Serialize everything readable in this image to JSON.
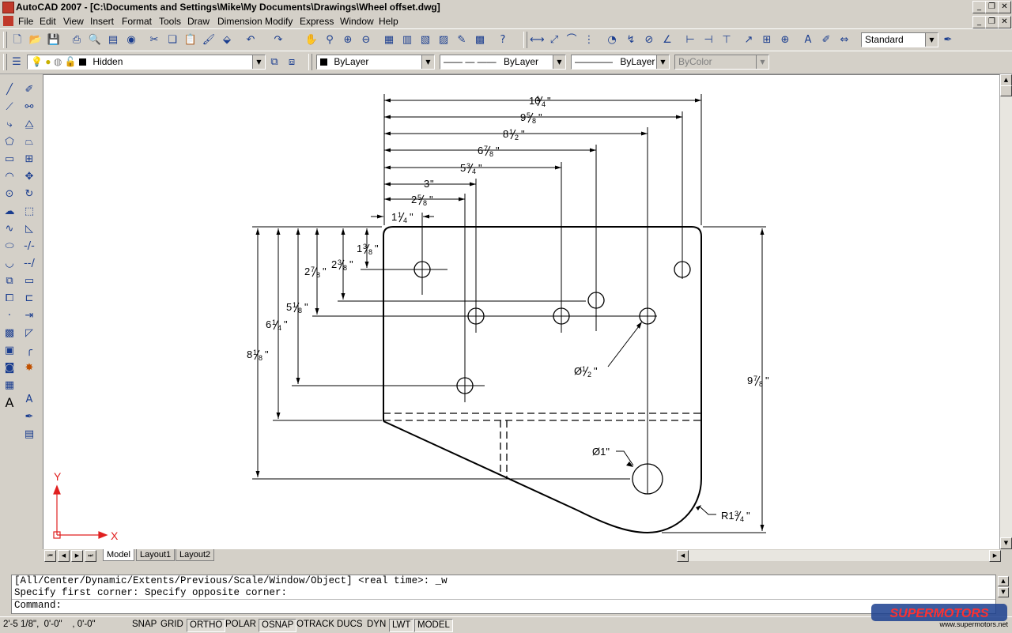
{
  "window": {
    "title": "AutoCAD 2007 - [C:\\Documents and Settings\\Mike\\My Documents\\Drawings\\Wheel offset.dwg]",
    "buttons": [
      "_",
      "❐",
      "✕"
    ],
    "doc_buttons": [
      "_",
      "❐",
      "✕"
    ]
  },
  "menu": [
    "File",
    "Edit",
    "View",
    "Insert",
    "Format",
    "Tools",
    "Draw",
    "Dimension",
    "Modify",
    "Express",
    "Window",
    "Help"
  ],
  "toolbar": {
    "text_style": "Standard",
    "layer": "Hidden",
    "color": "ByLayer",
    "linetype": "ByLayer",
    "lineweight": "ByLayer",
    "plotstyle": "ByColor",
    "linetype_sample": "—— — ——",
    "lineweight_sample": "————"
  },
  "drawing": {
    "top_dims": [
      {
        "whole": "10",
        "num": "1",
        "den": "4"
      },
      {
        "whole": "9",
        "num": "5",
        "den": "8"
      },
      {
        "whole": "8",
        "num": "1",
        "den": "2"
      },
      {
        "whole": "6",
        "num": "7",
        "den": "8"
      },
      {
        "whole": "5",
        "num": "3",
        "den": "4"
      },
      {
        "whole": "3",
        "num": "",
        "den": ""
      },
      {
        "whole": "2",
        "num": "5",
        "den": "8"
      },
      {
        "whole": "1",
        "num": "1",
        "den": "4"
      }
    ],
    "left_dims": [
      {
        "whole": "1",
        "num": "3",
        "den": "8"
      },
      {
        "whole": "2",
        "num": "3",
        "den": "8"
      },
      {
        "whole": "2",
        "num": "7",
        "den": "8"
      },
      {
        "whole": "5",
        "num": "1",
        "den": "8"
      },
      {
        "whole": "6",
        "num": "1",
        "den": "4"
      },
      {
        "whole": "8",
        "num": "1",
        "den": "8"
      }
    ],
    "right_dim": {
      "whole": "9",
      "num": "7",
      "den": "8"
    },
    "hole_label": {
      "prefix": "Ø",
      "num": "1",
      "den": "2"
    },
    "big_hole_label": "Ø1\"",
    "radius_label": {
      "prefix": "R1",
      "num": "3",
      "den": "4"
    },
    "ucs_x": "X",
    "ucs_y": "Y"
  },
  "tabs": [
    "Model",
    "Layout1",
    "Layout2"
  ],
  "command": {
    "history": [
      "[All/Center/Dynamic/Extents/Previous/Scale/Window/Object] <real time>: _w",
      "Specify first corner: Specify opposite corner:"
    ],
    "prompt": "Command:"
  },
  "status": {
    "coords": "2'-5 1/8\",  0'-0\"    , 0'-0\"",
    "toggles": [
      {
        "label": "SNAP",
        "on": false
      },
      {
        "label": "GRID",
        "on": false
      },
      {
        "label": "ORTHO",
        "on": true
      },
      {
        "label": "POLAR",
        "on": false
      },
      {
        "label": "OSNAP",
        "on": true
      },
      {
        "label": "OTRACK",
        "on": false
      },
      {
        "label": "DUCS",
        "on": false
      },
      {
        "label": "DYN",
        "on": false
      },
      {
        "label": "LWT",
        "on": true
      },
      {
        "label": "MODEL",
        "on": true
      }
    ]
  },
  "watermark": {
    "brand": "SUPERMOTORS",
    "url": "www.supermotors.net"
  }
}
